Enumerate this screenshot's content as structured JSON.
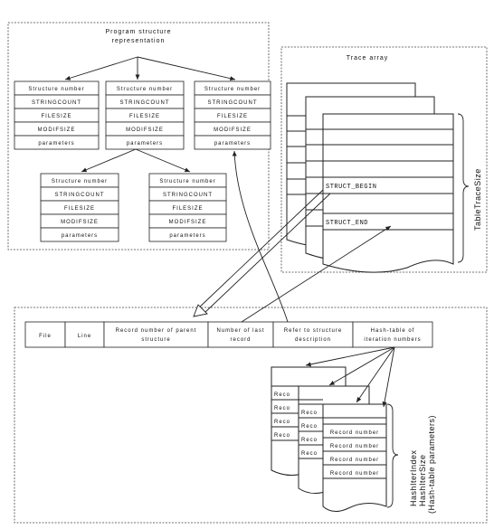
{
  "program_structure": {
    "title_line1": "Program structure",
    "title_line2": "representation",
    "fields": [
      "Structure number",
      "STRINGCOUNT",
      "FILESIZE",
      "MODIFSIZE",
      "parameters"
    ]
  },
  "trace_array": {
    "title": "Trace array",
    "struct_begin": "STRUCT_BEGIN",
    "struct_end": "STRUCT_END",
    "size_label": "TableTraceSize"
  },
  "record": {
    "cells": [
      {
        "line1": "File",
        "line2": ""
      },
      {
        "line1": "Line",
        "line2": ""
      },
      {
        "line1": "Record number of parent",
        "line2": "structure"
      },
      {
        "line1": "Number of last",
        "line2": "record"
      },
      {
        "line1": "Refer to structure",
        "line2": "description"
      },
      {
        "line1": "Hash-table of",
        "line2": "iteration numbers"
      }
    ]
  },
  "hash_table": {
    "row_label": "Record number",
    "partial_label": "Reco",
    "size_line1": "HashIterIndex",
    "size_line2": "HashIterSize",
    "size_line3": "(Hash-table parameters)"
  }
}
